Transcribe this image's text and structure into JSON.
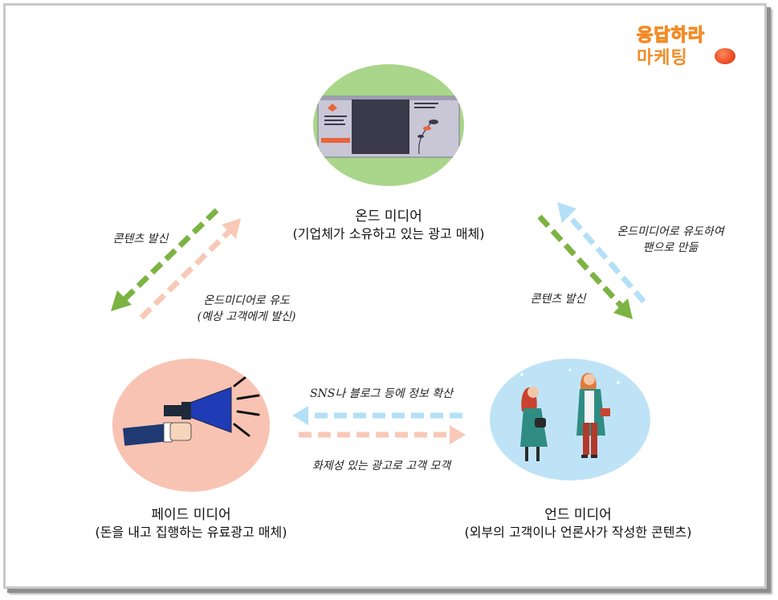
{
  "logo": {
    "line1": "응답하라",
    "line2": "마케팅"
  },
  "nodes": {
    "owned": {
      "title": "온드 미디어",
      "subtitle": "(기업체가 소유하고 있는 광고 매체)"
    },
    "paid": {
      "title": "페이드 미디어",
      "subtitle": "(돈을 내고 집행하는 유료광고 매체)"
    },
    "earned": {
      "title": "언드 미디어",
      "subtitle": "(외부의 고객이나 언론사가 작성한 콘텐츠)"
    }
  },
  "labels": {
    "owned_to_paid": "콘텐츠 발신",
    "paid_to_owned_line1": "온드미디어로 유도",
    "paid_to_owned_line2": "(예상 고객에게 발신)",
    "owned_to_earned": "콘텐츠 발신",
    "earned_to_owned_line1": "온드미디어로 유도하여",
    "earned_to_owned_line2": "팬으로 만듦",
    "earned_to_paid": "SNS나 블로그 등에 정보 확산",
    "paid_to_earned": "화제성 있는 광고로 고객 모객"
  },
  "colors": {
    "green": "#7cb342",
    "blue_light": "#b3e0f7",
    "pink_light": "#f9c9b8",
    "logo_orange": "#f28c28"
  },
  "icons": {
    "owned": "web-page-illustration",
    "paid": "megaphone-hand-icon",
    "earned": "people-talking-illustration"
  }
}
